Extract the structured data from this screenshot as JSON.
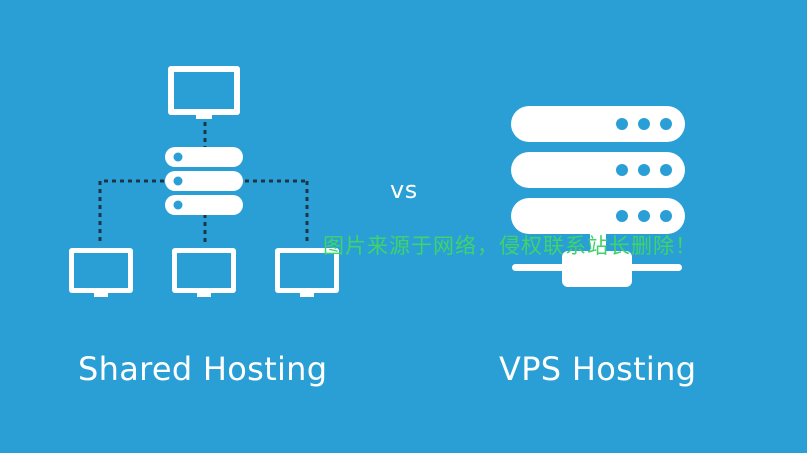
{
  "colors": {
    "background": "#2a9fd6",
    "foreground": "#ffffff",
    "connector": "#1f3444",
    "server_light": "#2a9fd6",
    "watermark": "#3ed36b"
  },
  "shared": {
    "label": "Shared Hosting",
    "top_monitor_icon": "monitor-icon",
    "server_icon": "server-stack-icon",
    "client_monitor_icon": "monitor-icon",
    "client_count": 3,
    "server_disk_count": 3
  },
  "comparison": {
    "label": "vs"
  },
  "vps": {
    "label": "VPS Hosting",
    "server_icon": "server-rack-icon",
    "unit_count": 3,
    "lights_per_unit": 3
  },
  "watermark": {
    "text": "图片来源于网络，侵权联系站长删除！"
  }
}
